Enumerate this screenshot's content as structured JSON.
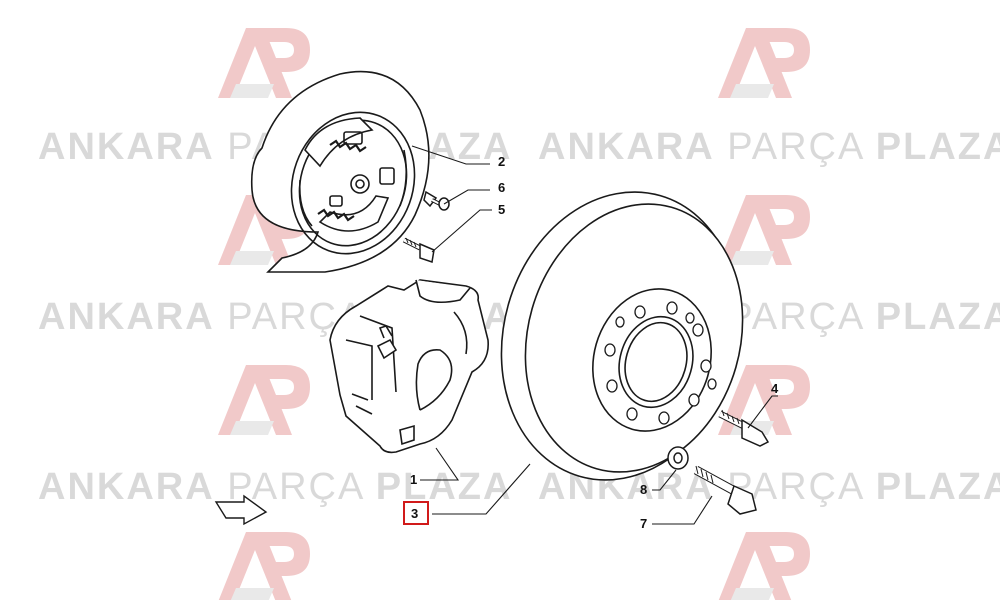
{
  "watermark": {
    "brand_bold_1": "ANKARA",
    "brand_light": "PARÇA",
    "brand_bold_2": "PLAZA",
    "logo_name": "ap-logo"
  },
  "callouts": {
    "c1": "1",
    "c2": "2",
    "c3": "3",
    "c4": "4",
    "c5": "5",
    "c6": "6",
    "c7": "7",
    "c8": "8"
  },
  "highlight": {
    "callout": "3",
    "color": "#d11a1a"
  },
  "colors": {
    "line": "#1a1a1a",
    "watermark": "#d9d9d9",
    "logo_red": "#f1c9c9"
  }
}
